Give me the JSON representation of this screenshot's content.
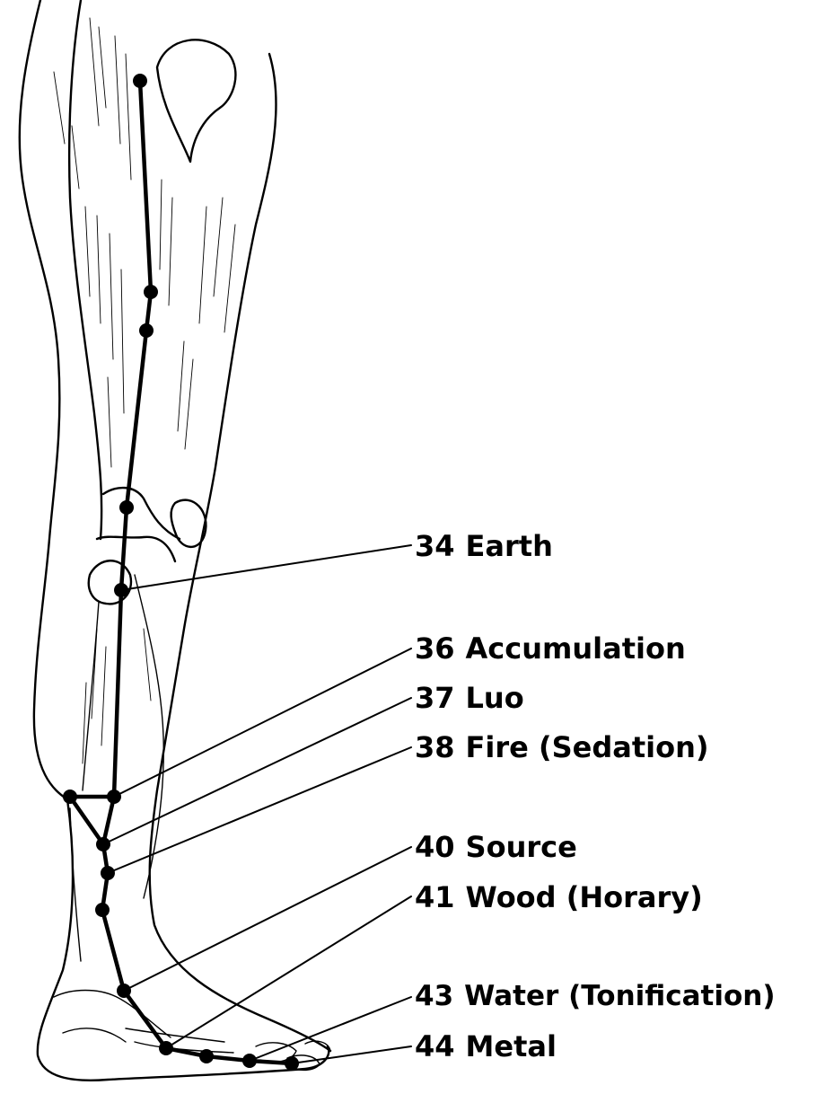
{
  "labels": [
    {
      "number": "34",
      "text": "Earth"
    },
    {
      "number": "36",
      "text": "Accumulation"
    },
    {
      "number": "37",
      "text": "Luo"
    },
    {
      "number": "38",
      "text": "Fire (Sedation)"
    },
    {
      "number": "40",
      "text": "Source"
    },
    {
      "number": "41",
      "text": "Wood (Horary)"
    },
    {
      "number": "43",
      "text": "Water (Tonification)"
    },
    {
      "number": "44",
      "text": "Metal"
    }
  ],
  "colors": {
    "ink": "#000000",
    "paper": "#ffffff"
  }
}
